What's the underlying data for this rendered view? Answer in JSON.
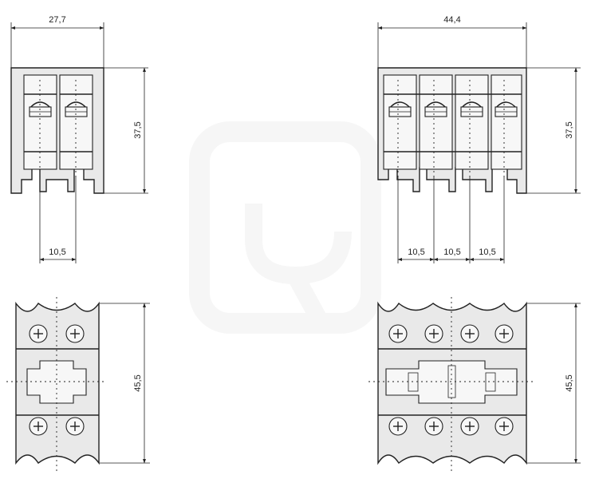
{
  "dimensions": {
    "front_2pole_width": "27,7",
    "front_2pole_height": "37,5",
    "front_2pole_pitch": "10,5",
    "front_4pole_width": "44,4",
    "front_4pole_height": "37,5",
    "front_4pole_pitch_1": "10,5",
    "front_4pole_pitch_2": "10,5",
    "front_4pole_pitch_3": "10,5",
    "top_2pole_height": "45,5",
    "top_4pole_height": "45,5"
  },
  "colors": {
    "line": "#222222",
    "body_fill": "#e9e9e9",
    "inner_fill": "#f7f7f7",
    "watermark": "#eeeeee"
  }
}
